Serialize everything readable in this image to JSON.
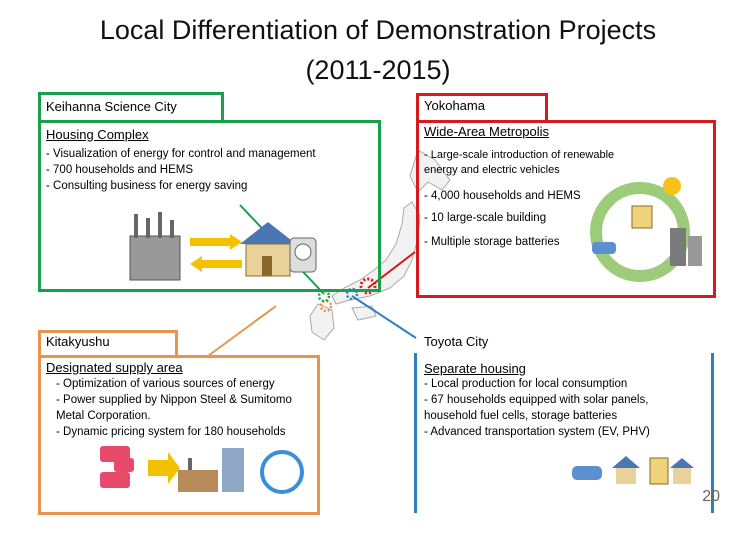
{
  "slide": {
    "title_line1": "Local Differentiation of Demonstration Projects",
    "title_line2": "(2011-2015)",
    "page_number": "20"
  },
  "colors": {
    "keihanna": "#1aa04a",
    "yokohama": "#d71920",
    "kitakyushu": "#e8954b",
    "toyota": "#2e7fc2"
  },
  "keihanna": {
    "name": "Keihanna Science City",
    "area": "Housing Complex",
    "bullets": "- Visualization of energy for control and management\n- 700 households and HEMS\n- Consulting business for energy saving"
  },
  "yokohama": {
    "name": "Yokohama",
    "area": "Wide-Area Metropolis",
    "bullet1": "- Large-scale introduction of renewable\nenergy and electric vehicles",
    "bullet2": "- 4,000 households and HEMS",
    "bullet3": "- 10 large-scale building",
    "bullet4": "- Multiple storage batteries"
  },
  "kitakyushu": {
    "name": "Kitakyushu",
    "area": "Designated supply area",
    "bullets": "- Optimization of various sources of energy\n- Power supplied by Nippon Steel & Sumitomo\n  Metal Corporation.\n- Dynamic pricing system for 180 households"
  },
  "toyota": {
    "name": "Toyota City",
    "area": "Separate housing",
    "bullets": "- Local production for local consumption\n- 67 households equipped with solar panels,\nhousehold fuel cells, storage batteries\n- Advanced transportation system (EV, PHV)"
  }
}
